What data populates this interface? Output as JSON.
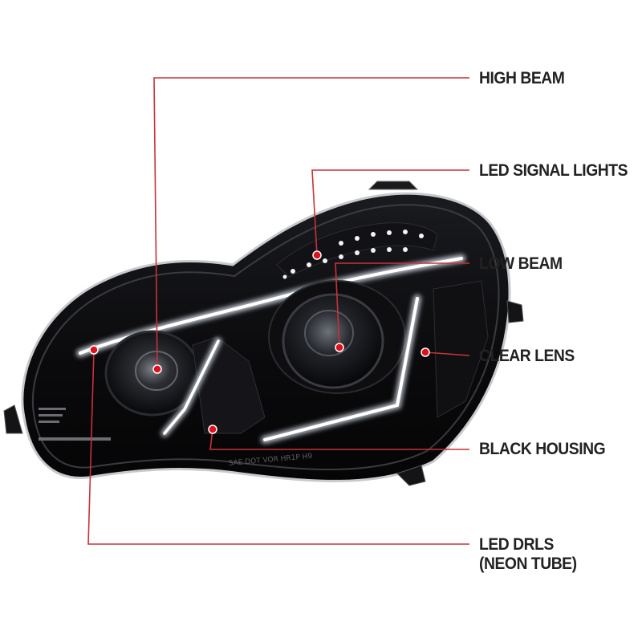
{
  "colors": {
    "leader_line": "#c9313a",
    "marker": "#e0101c",
    "label_text": "#222222",
    "housing": "#0b0b0d",
    "lens_rim": "#d8d8dc",
    "drl_glow": "#e9eef5"
  },
  "callouts": [
    {
      "id": "high-beam",
      "label": "HIGH BEAM"
    },
    {
      "id": "led-signal-lights",
      "label": "LED SIGNAL LIGHTS"
    },
    {
      "id": "low-beam",
      "label": "LOW BEAM"
    },
    {
      "id": "clear-lens",
      "label": "CLEAR LENS"
    },
    {
      "id": "black-housing",
      "label": "BLACK HOUSING"
    },
    {
      "id": "led-drls",
      "label": "LED DRLS",
      "sublabel": "(NEON TUBE)"
    }
  ],
  "housing_marks": {
    "bottom_text": "SAE DOT VOR HR1P H9"
  }
}
